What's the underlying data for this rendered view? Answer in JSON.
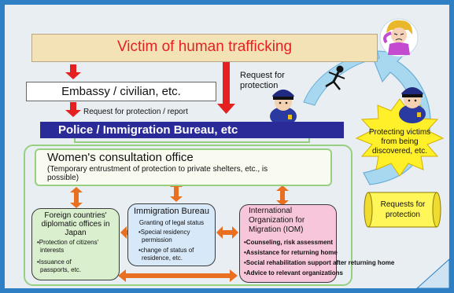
{
  "victim_title": "Victim of human trafficking",
  "embassy_label": "Embassy / civilian, etc.",
  "request_protection_report": "Request for protection / report",
  "request_protection_upper": [
    "Request for",
    "protection"
  ],
  "police_label": "Police / Immigration Bureau, etc",
  "protecting_victims": [
    "Protecting victims",
    "from being",
    "discovered, etc."
  ],
  "requests_scroll": [
    "Requests for",
    "protection"
  ],
  "womens_office": {
    "title": "Women's consultation office",
    "subtitle": [
      "(Temporary entrustment of protection to private shelters, etc., is",
      "possible)"
    ]
  },
  "foreign_missions": {
    "title": [
      "Foreign countries'",
      "diplomatic offices in",
      "Japan"
    ],
    "items": [
      "•Protection of citizens'",
      "interests",
      "•Issuance of",
      "passports, etc."
    ]
  },
  "immigration_bureau": {
    "title": "Immigration Bureau",
    "subtitle": "Granting of legal status",
    "items": [
      "•Special residency",
      "permission",
      "•change of status of",
      "residence, etc."
    ]
  },
  "iom": {
    "title": [
      "International",
      "Organization for",
      "Migration (IOM)"
    ],
    "items": [
      "•Counseling, risk assessment",
      "•Assistance for returning home",
      "•Social rehabilitation support after returning home",
      "•Advice to relevant organizations"
    ]
  },
  "colors": {
    "frame": "#2e7fc3",
    "background": "#e9eef3",
    "victim_box": "#f3e2b6",
    "police_bar": "#2a2a99",
    "accent_red": "#e52020",
    "consult_fill": "#fafbf0",
    "consult_border": "#96d080",
    "foreign_fill": "#d9efcd",
    "immigration_fill": "#d7e8f8",
    "iom_fill": "#f8c6da",
    "burst_fill": "#fff02a",
    "scroll_fill": "#fff65a",
    "orange_arrow": "#e87020",
    "blue_arrow": "#a8d8f0"
  },
  "icons": [
    "police-officer-icon",
    "running-thief-icon",
    "crying-woman-icon"
  ]
}
